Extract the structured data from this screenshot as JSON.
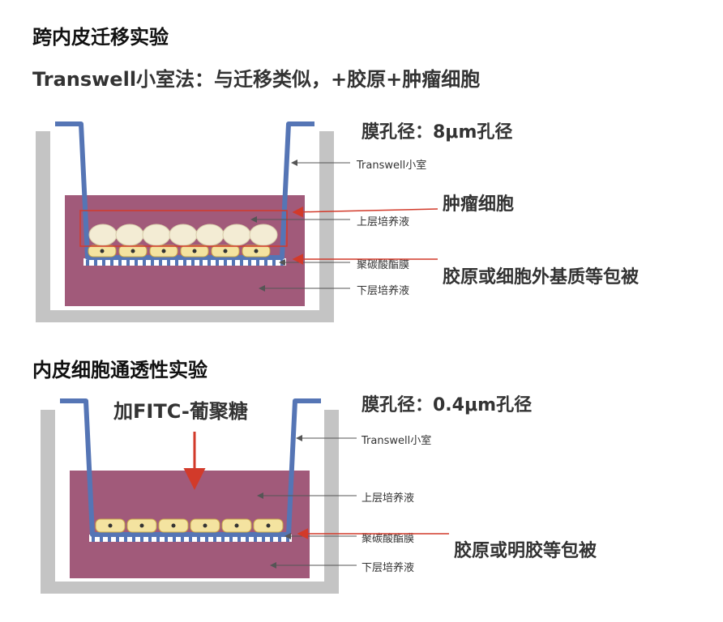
{
  "section1": {
    "title": "跨内皮迁移实验",
    "subtitle": "Transwell小室法：与迁移类似，+胶原+肿瘤细胞",
    "pore": "膜孔径：8μm孔径",
    "labels": {
      "transwell": "Transwell小室",
      "upper": "上层培养液",
      "membrane": "聚碳酸酯膜",
      "lower": "下层培养液",
      "tumor": "肿瘤细胞",
      "coating": "胶原或细胞外基质等包被"
    }
  },
  "section2": {
    "title": "内皮细胞通透性实验",
    "reagent": "加FITC-葡聚糖",
    "pore": "膜孔径：0.4μm孔径",
    "labels": {
      "transwell": "Transwell小室",
      "upper": "上层培养液",
      "membrane": "聚碳酸酯膜",
      "lower": "下层培养液",
      "coating": "胶原或明胶等包被"
    }
  },
  "colors": {
    "well": "#c4c4c4",
    "medium": "#a15a7a",
    "insert": "#5575b5",
    "arrow_red": "#d23a2a",
    "cell_round": "#f3ecd4",
    "cell_flat": "#f4e3a0"
  }
}
